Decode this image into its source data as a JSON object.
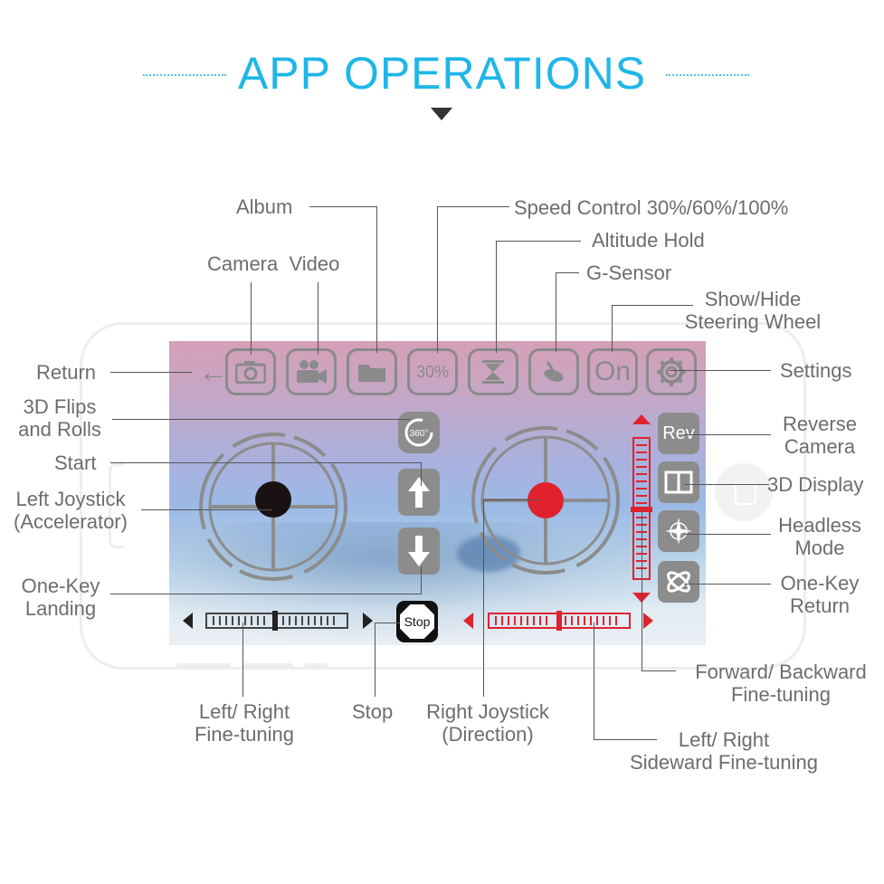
{
  "title": "APP OPERATIONS",
  "colors": {
    "title": "#1fb6e8",
    "accent_red": "#e0222e",
    "icon_gray": "#8a8a8a"
  },
  "labels": {
    "album": "Album",
    "speed_control": "Speed Control 30%/60%/100%",
    "altitude_hold": "Altitude Hold",
    "camera_video": "Camera  Video",
    "g_sensor": "G-Sensor",
    "show_hide_1": "Show/Hide",
    "show_hide_2": "Steering Wheel",
    "return": "Return",
    "settings": "Settings",
    "flips_1": "3D Flips",
    "flips_2": "and Rolls",
    "reverse_1": "Reverse",
    "reverse_2": "Camera",
    "start": "Start",
    "display_3d": "3D Display",
    "left_joy_1": "Left Joystick",
    "left_joy_2": "(Accelerator)",
    "headless_1": "Headless",
    "headless_2": "Mode",
    "landing_1": "One-Key",
    "landing_2": "Landing",
    "okreturn_1": "One-Key",
    "okreturn_2": "Return",
    "fb_1": "Forward/ Backward",
    "fb_2": "Fine-tuning",
    "lr_1": "Left/ Right",
    "lr_2": "Fine-tuning",
    "stop": "Stop",
    "rjoy_1": "Right Joystick",
    "rjoy_2": "(Direction)",
    "side_1": "Left/ Right",
    "side_2": "Sideward Fine-tuning"
  },
  "toolbar": {
    "return_icon": "left-arrow-icon",
    "speed_label": "30%",
    "steering_label": "On"
  },
  "side_buttons": {
    "reverse_label": "Rev",
    "flip_label": "360°",
    "stop_label": "Stop"
  }
}
